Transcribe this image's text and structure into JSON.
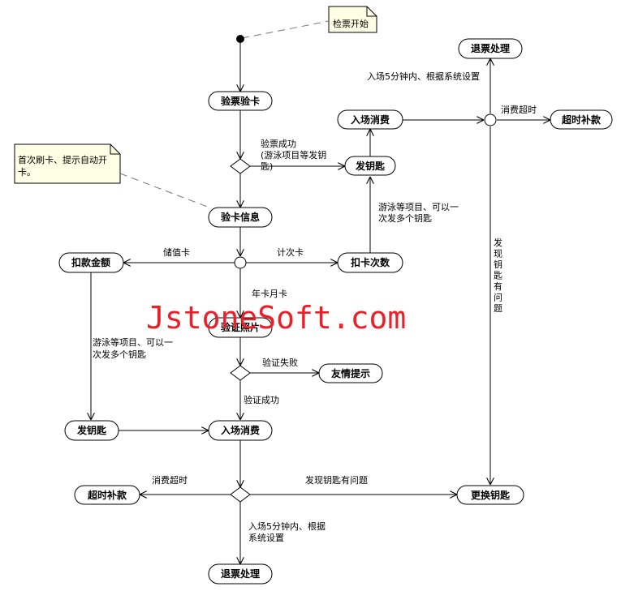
{
  "colors": {
    "watermark": "#e8212b",
    "note_fill": "#ffffe6",
    "line": "#000000"
  },
  "notes": {
    "start": "检票开始",
    "first_swipe_line1": "首次刷卡、提示自动开",
    "first_swipe_line2": "卡。"
  },
  "activities": {
    "check_ticket": "验票验卡",
    "issue_key_top": "发钥匙",
    "enter_consume_top": "入场消费",
    "refund_top": "退票处理",
    "overtime_top": "超时补款",
    "card_info": "验卡信息",
    "deduct_amount": "扣款金额",
    "deduct_times": "扣卡次数",
    "verify_photo": "验证照片",
    "friendly_tip": "友情提示",
    "issue_key_left": "发钥匙",
    "enter_consume_mid": "入场消费",
    "overtime_bottom": "超时补款",
    "replace_key": "更换钥匙",
    "refund_bottom": "退票处理"
  },
  "labels": {
    "verify_ok_line1": "验票成功",
    "verify_ok_line2": "(游泳项目等发钥",
    "verify_ok_line3": "匙)",
    "refund_cond_top": "入场5分钟内、根据系统设置",
    "timeout_top": "消费超时",
    "swim_right_line1": "游泳等项目、可以一",
    "swim_right_line2": "次发多个钥匙",
    "key_problem_vertical": [
      "发",
      "现",
      "钥",
      "匙",
      "有",
      "问",
      "题"
    ],
    "stored_value_card": "储值卡",
    "count_card": "计次卡",
    "year_month_card": "年卡月卡",
    "swim_left_line1": "游泳等项目、可以一",
    "swim_left_line2": "次发多个钥匙",
    "verify_fail": "验证失败",
    "verify_success": "验证成功",
    "timeout_bottom": "消费超时",
    "key_problem_bottom": "发现钥匙有问题",
    "refund_cond_bottom_line1": "入场5分钟内、根据",
    "refund_cond_bottom_line2": "系统设置"
  },
  "watermark": "JstoneSoft.com"
}
